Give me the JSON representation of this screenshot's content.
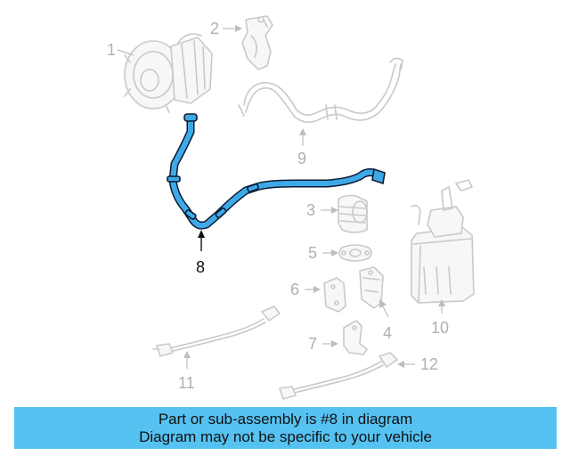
{
  "callouts": {
    "c1": "1",
    "c2": "2",
    "c3": "3",
    "c4": "4",
    "c5": "5",
    "c6": "6",
    "c7": "7",
    "c8": "8",
    "c9": "9",
    "c10": "10",
    "c11": "11",
    "c12": "12"
  },
  "highlighted_part": "8",
  "colors": {
    "highlight_part": "#3fa9e8",
    "highlight_outline": "#0b1b33",
    "ghost_parts": "#c9c9c9",
    "banner_background": "#56c2f2"
  },
  "banner": {
    "line1": "Part or sub-assembly is #8 in diagram",
    "line2": "Diagram may not be specific to your vehicle"
  }
}
